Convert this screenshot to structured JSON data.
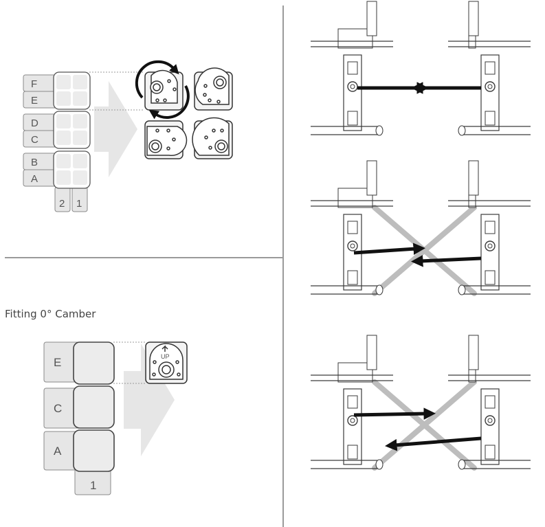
{
  "camber_grid": {
    "rows": [
      {
        "top": "F",
        "bottom": "E"
      },
      {
        "top": "D",
        "bottom": "C"
      },
      {
        "top": "B",
        "bottom": "A"
      }
    ],
    "columns": [
      "2",
      "1"
    ]
  },
  "zero_camber": {
    "title": "Fitting 0° Camber",
    "rows": [
      "E",
      "C",
      "A"
    ],
    "column": "1",
    "plate_mark": "UP"
  },
  "colors": {
    "tab_fill": "#e6e6e6",
    "tab_stroke": "#8a8a8a",
    "divider": "#9a9a9a",
    "arrow_grey": "#e4e4e4",
    "arrow_black": "#111111",
    "frame_stroke": "#3a3a3a",
    "cross_bar": "#bdbdbd"
  },
  "icons": [
    "rotation-arrows-icon",
    "camber-plate-icon",
    "direction-arrow-icon",
    "wheelchair-frame-icon"
  ]
}
